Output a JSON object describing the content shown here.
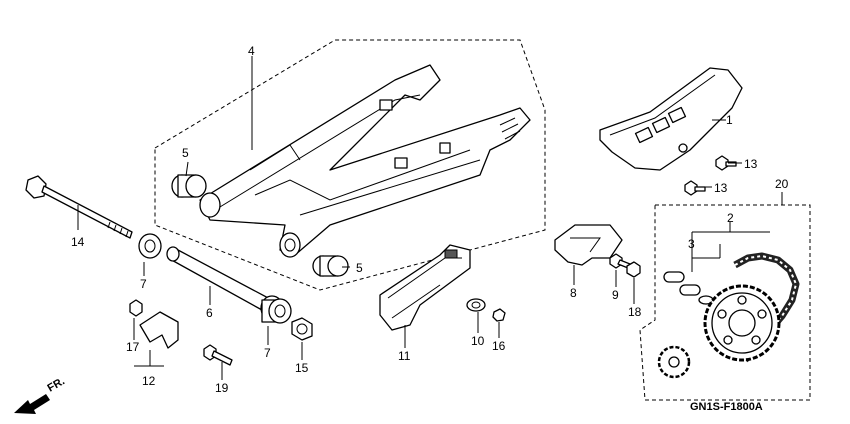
{
  "diagram": {
    "code": "GN1S-F1800A",
    "direction_label": "FR.",
    "callouts": [
      {
        "id": "c1",
        "text": "1"
      },
      {
        "id": "c2",
        "text": "2"
      },
      {
        "id": "c3",
        "text": "3"
      },
      {
        "id": "c4",
        "text": "4"
      },
      {
        "id": "c5a",
        "text": "5"
      },
      {
        "id": "c5b",
        "text": "5"
      },
      {
        "id": "c6",
        "text": "6"
      },
      {
        "id": "c7a",
        "text": "7"
      },
      {
        "id": "c7b",
        "text": "7"
      },
      {
        "id": "c8",
        "text": "8"
      },
      {
        "id": "c9",
        "text": "9"
      },
      {
        "id": "c10",
        "text": "10"
      },
      {
        "id": "c11",
        "text": "11"
      },
      {
        "id": "c12",
        "text": "12"
      },
      {
        "id": "c13a",
        "text": "13"
      },
      {
        "id": "c13b",
        "text": "13"
      },
      {
        "id": "c14",
        "text": "14"
      },
      {
        "id": "c15",
        "text": "15"
      },
      {
        "id": "c16",
        "text": "16"
      },
      {
        "id": "c17",
        "text": "17"
      },
      {
        "id": "c18",
        "text": "18"
      },
      {
        "id": "c19",
        "text": "19"
      },
      {
        "id": "c20",
        "text": "20"
      }
    ]
  }
}
